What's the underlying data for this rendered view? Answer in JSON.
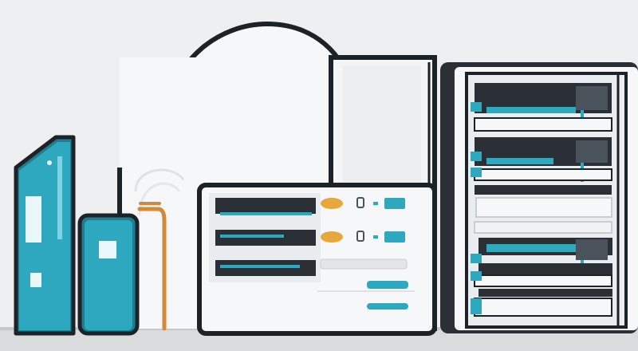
{
  "scene": {
    "subject": "cloud-server-illustration"
  },
  "colors": {
    "background": "#eeeff0",
    "floor": "#d9dbdd",
    "outline": "#1d2227",
    "panel": "#f6f7f8",
    "panel_shade": "#e3e6e9",
    "teal": "#2ea8bf",
    "teal_dark": "#1b7f93",
    "drive_dark": "#2b3036",
    "drive_mid": "#4a525b",
    "orange": "#e8a73a",
    "cable": "#d08a3a"
  },
  "icons": {
    "cloud": "cloud-icon",
    "server_rack": "server-rack-icon",
    "tower_left": "tall-phone-device-icon",
    "tower_small": "short-device-icon"
  },
  "server_rack": {
    "drive_bays": 7
  },
  "front_unit": {
    "drive_slots": 3,
    "indicator_lights": 2
  }
}
